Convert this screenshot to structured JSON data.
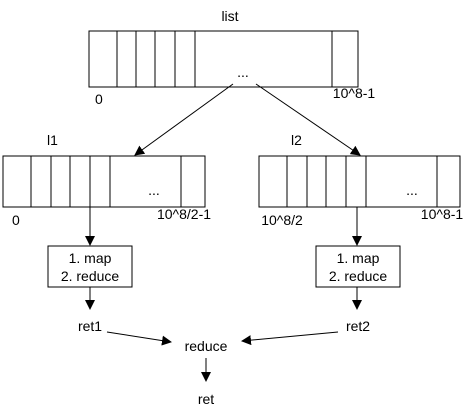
{
  "top_array": {
    "label": "list",
    "ellipsis": "...",
    "index_start": "0",
    "index_end": "10^8-1"
  },
  "left_array": {
    "label": "l1",
    "ellipsis": "...",
    "index_start": "0",
    "index_end": "10^8/2-1"
  },
  "right_array": {
    "label": "l2",
    "ellipsis": "...",
    "index_start": "10^8/2",
    "index_end": "10^8-1"
  },
  "left_process": {
    "line1": "1. map",
    "line2": "2. reduce"
  },
  "right_process": {
    "line1": "1. map",
    "line2": "2. reduce"
  },
  "results": {
    "left": "ret1",
    "right": "ret2",
    "merge": "reduce",
    "final": "ret"
  },
  "colors": {
    "stroke": "#000000",
    "background": "#ffffff"
  }
}
